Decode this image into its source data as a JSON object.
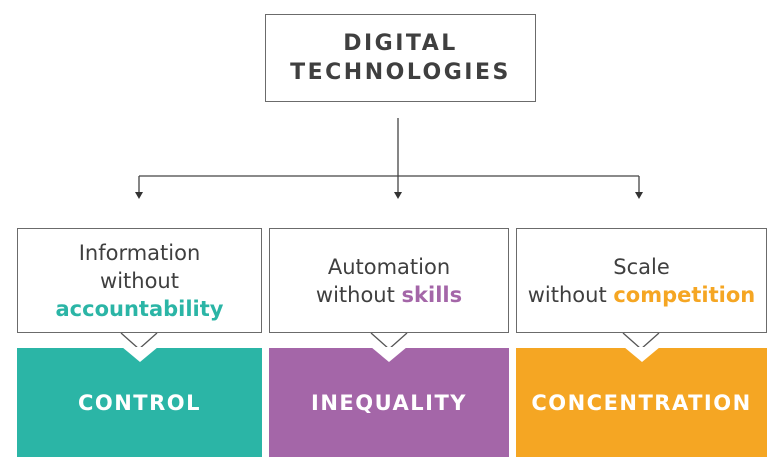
{
  "title": {
    "line1": "DIGITAL",
    "line2": "TECHNOLOGIES"
  },
  "columns": [
    {
      "cause_line1": "Information",
      "cause_prefix": "without ",
      "cause_highlight": "accountability",
      "outcome": "CONTROL",
      "color": "#2bb5a6"
    },
    {
      "cause_line1": "Automation",
      "cause_prefix": "without ",
      "cause_highlight": "skills",
      "outcome": "INEQUALITY",
      "color": "#a466a8"
    },
    {
      "cause_line1": "Scale",
      "cause_prefix": "without ",
      "cause_highlight": "competition",
      "outcome": "CONCENTRATION",
      "color": "#f5a623"
    }
  ]
}
